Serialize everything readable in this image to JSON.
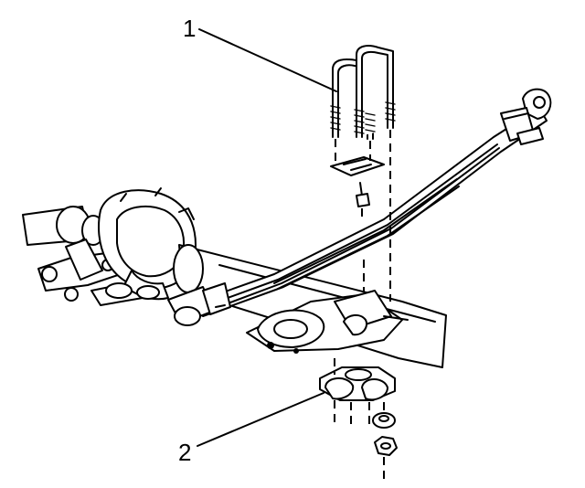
{
  "callouts": [
    {
      "id": "callout-1",
      "label": "1",
      "part": "u-bolts"
    },
    {
      "id": "callout-2",
      "label": "2",
      "part": "spring-plate"
    }
  ],
  "colors": {
    "line": "#000000",
    "background": "#ffffff"
  }
}
